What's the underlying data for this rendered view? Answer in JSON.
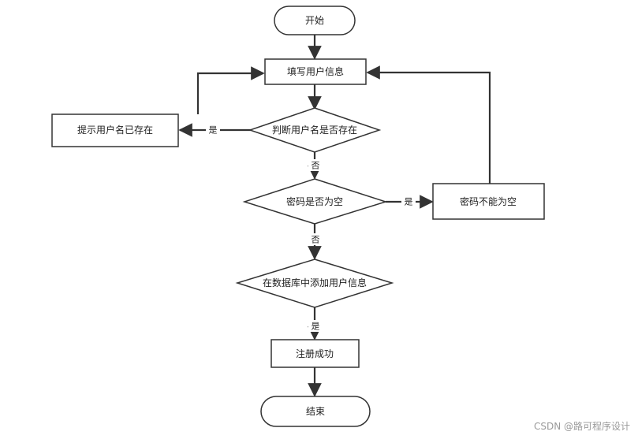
{
  "flowchart": {
    "start": "开始",
    "fill_info": "填写用户信息",
    "check_username": "判断用户名是否存在",
    "username_exists": "提示用户名已存在",
    "check_password": "密码是否为空",
    "password_empty": "密码不能为空",
    "add_to_db": "在数据库中添加用户信息",
    "register_success": "注册成功",
    "end": "结束"
  },
  "labels": {
    "yes_username": "是",
    "no_username": "否",
    "yes_password": "是",
    "no_password": "否",
    "yes_add": "是"
  },
  "watermark": "CSDN @路可程序设计"
}
